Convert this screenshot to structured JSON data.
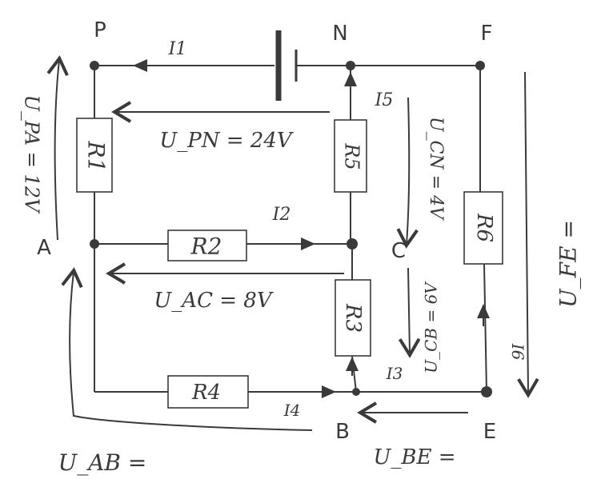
{
  "nodes": {
    "P": "P",
    "N": "N",
    "F": "F",
    "A": "A",
    "C": "C",
    "B": "B",
    "E": "E"
  },
  "resistors": {
    "R1": "R1",
    "R2": "R2",
    "R3": "R3",
    "R4": "R4",
    "R5": "R5",
    "R6": "R6"
  },
  "currents": {
    "I1": "I1",
    "I2": "I2",
    "I3": "I3",
    "I4": "I4",
    "I5": "I5",
    "I6": "I6"
  },
  "voltages": {
    "U_PA": "U_PA = 12V",
    "U_PN": "U_PN = 24V",
    "U_CN": "U_CN = 4V",
    "U_AC": "U_AC = 8V",
    "U_CB": "U_CB = 6V",
    "U_FE": "U_FE =",
    "U_AB": "U_AB =",
    "U_BE": "U_BE ="
  },
  "colors": {
    "ink": "#3a3a3a",
    "paper": "#ffffff"
  }
}
